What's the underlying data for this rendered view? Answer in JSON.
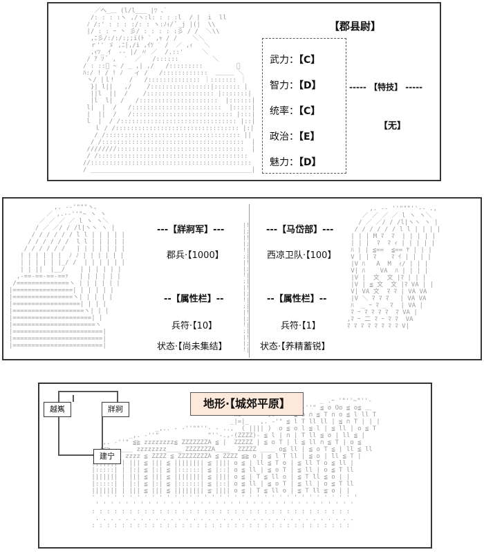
{
  "top_panel": {
    "title": "【郡县尉】",
    "stats": [
      {
        "label": "武力：",
        "value": "【C】"
      },
      {
        "label": "智力：",
        "value": "【D】"
      },
      {
        "label": "统率：",
        "value": "【C】"
      },
      {
        "label": "政治：",
        "value": "【E】"
      },
      {
        "label": "魅力：",
        "value": "【D】"
      }
    ],
    "skill_line": "----- 【特技】 -----",
    "skill_value": "【无】"
  },
  "middle_panel": {
    "left": {
      "faction": "---【牂牁军】---",
      "troops": "郡兵·【1000】",
      "attr_header": "--【属性栏】--",
      "tally": "兵符·【10】",
      "status": "状态·【尚未集结】"
    },
    "right": {
      "faction": "---【马岱部】---",
      "troops": "西凉卫队·【100】",
      "attr_header": "--【属性栏】--",
      "tally": "兵符·【1】",
      "status": "状态·【养精蓄锐】"
    }
  },
  "bottom_panel": {
    "terrain": "地形·【城郊平原】",
    "map_nodes": [
      "越嶲",
      "牂牁",
      "建宁"
    ]
  }
}
